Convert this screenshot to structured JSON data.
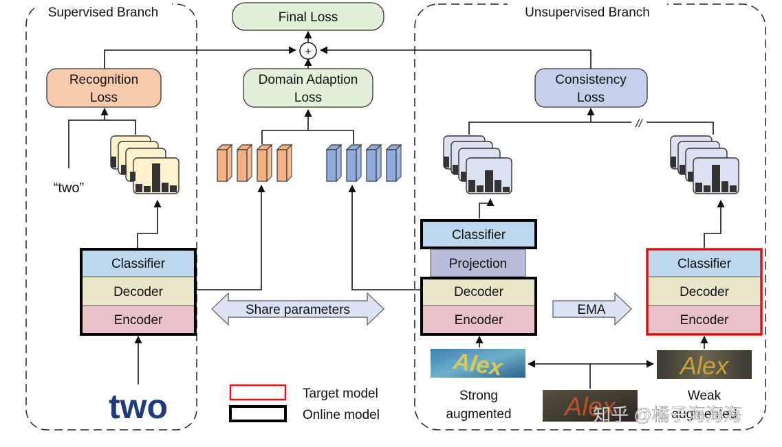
{
  "branches": {
    "supervised": "Supervised Branch",
    "unsupervised": "Unsupervised Branch"
  },
  "losses": {
    "final": "Final Loss",
    "plus": "+",
    "recognition": [
      "Recognition",
      "Loss"
    ],
    "domain_adaption": [
      "Domain Adaption",
      "Loss"
    ],
    "consistency": [
      "Consistency",
      "Loss"
    ]
  },
  "supervised_model": {
    "label_text": "“two”",
    "classifier": "Classifier",
    "decoder": "Decoder",
    "encoder": "Encoder",
    "input_word": "two"
  },
  "share_label": "Share parameters",
  "online_model": {
    "classifier": "Classifier",
    "projection": "Projection",
    "decoder": "Decoder",
    "encoder": "Encoder"
  },
  "ema_label": "EMA",
  "target_model": {
    "classifier": "Classifier",
    "decoder": "Decoder",
    "encoder": "Encoder"
  },
  "images": {
    "strong_word": "Alex",
    "weak_word": "Alex",
    "source_word": "Alex"
  },
  "captions": {
    "strong": [
      "Strong",
      "augmented"
    ],
    "weak": [
      "Weak",
      "augmented"
    ]
  },
  "legend": {
    "target": "Target model",
    "online": "Online model"
  },
  "stop_gradient": "//",
  "watermark": "知乎 @橘子海海海",
  "colors": {
    "classifier": "#bcd7ee",
    "projection": "#b8bcd9",
    "decoder": "#ebe6c8",
    "encoder": "#e8c2c8",
    "final_loss": "#e2f0d9",
    "recognition_loss": "#f8cbad",
    "domain_loss": "#e2f0d9",
    "consistency_loss": "#c5d0eb",
    "feature_orange": "#f4b183",
    "feature_blue": "#8faadc",
    "target_border": "#e01010",
    "online_border": "#000000",
    "arrow_fill": "#dae3f3"
  }
}
